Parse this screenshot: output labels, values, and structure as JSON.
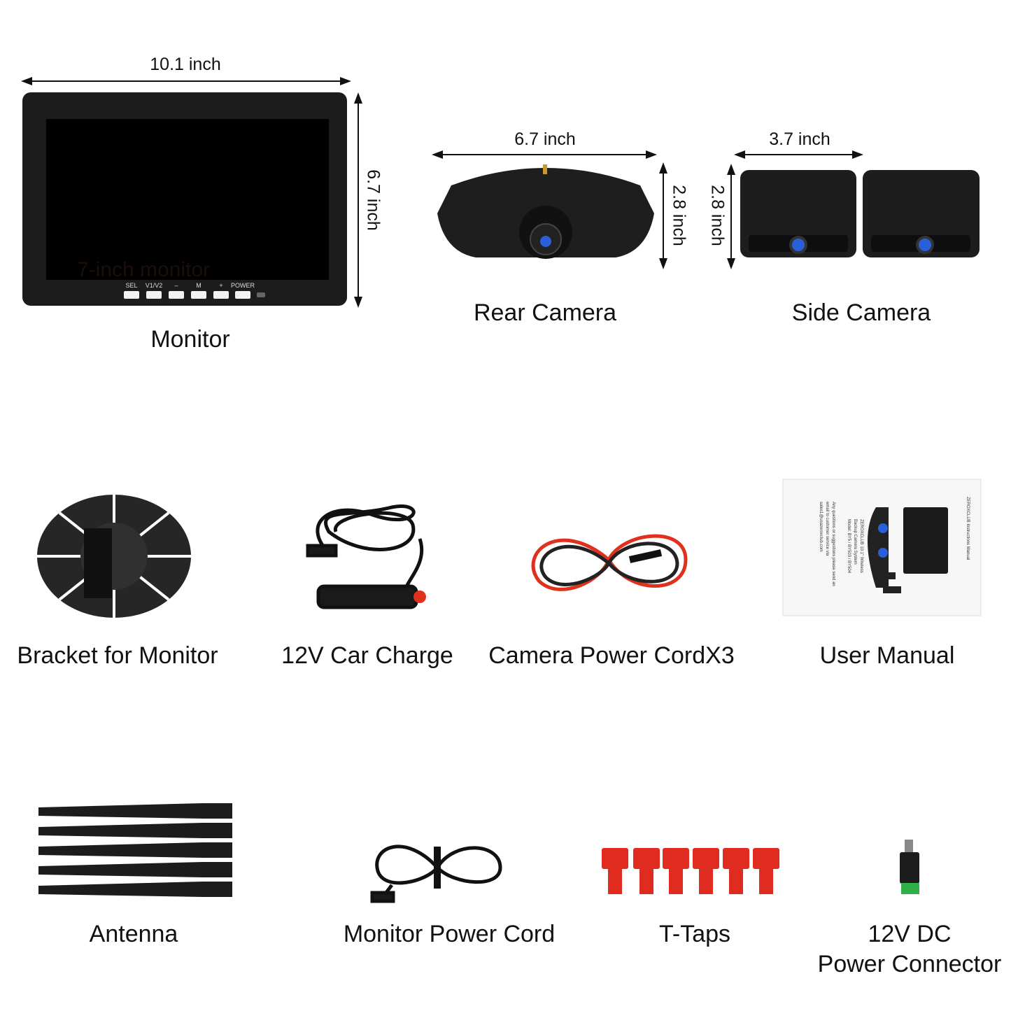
{
  "monitor": {
    "label": "Monitor",
    "width_label": "10.1 inch",
    "height_label": "6.7 inch",
    "screen_watermark": "7-inch monitor",
    "buttons": [
      "SEL",
      "V1/V2",
      "–",
      "M",
      "+",
      "POWER"
    ]
  },
  "rear_camera": {
    "label": "Rear Camera",
    "width_label": "6.7 inch",
    "height_label": "2.8 inch"
  },
  "side_camera": {
    "label": "Side Camera",
    "width_label": "3.7 inch",
    "height_label": "2.8 inch"
  },
  "accessories": [
    {
      "label": "Bracket for Monitor"
    },
    {
      "label": "12V Car Charge"
    },
    {
      "label": "Camera Power CordX3"
    },
    {
      "label": "User Manual"
    }
  ],
  "manual": {
    "header": "ZEROXCLUB Instructions Manual",
    "lines": [
      "ZEROXCLUB 10.1\" Wireless",
      "Backup Camera System",
      "Model: BY5 / BY503 / BY504",
      "Any questions or suggestions please send an",
      "email to customer service via",
      "sales1@usazeroxclub.com"
    ]
  },
  "parts": [
    {
      "label": "Antenna"
    },
    {
      "label": "Monitor Power Cord"
    },
    {
      "label": "T-Taps"
    },
    {
      "label": "12V DC",
      "label2": "Power Connector"
    }
  ],
  "colors": {
    "device": "#1a1a1a",
    "lens": "#2b5fd9",
    "cable_red": "#e0301e",
    "ttap": "#e02b20",
    "connector_green": "#2fae4a"
  }
}
